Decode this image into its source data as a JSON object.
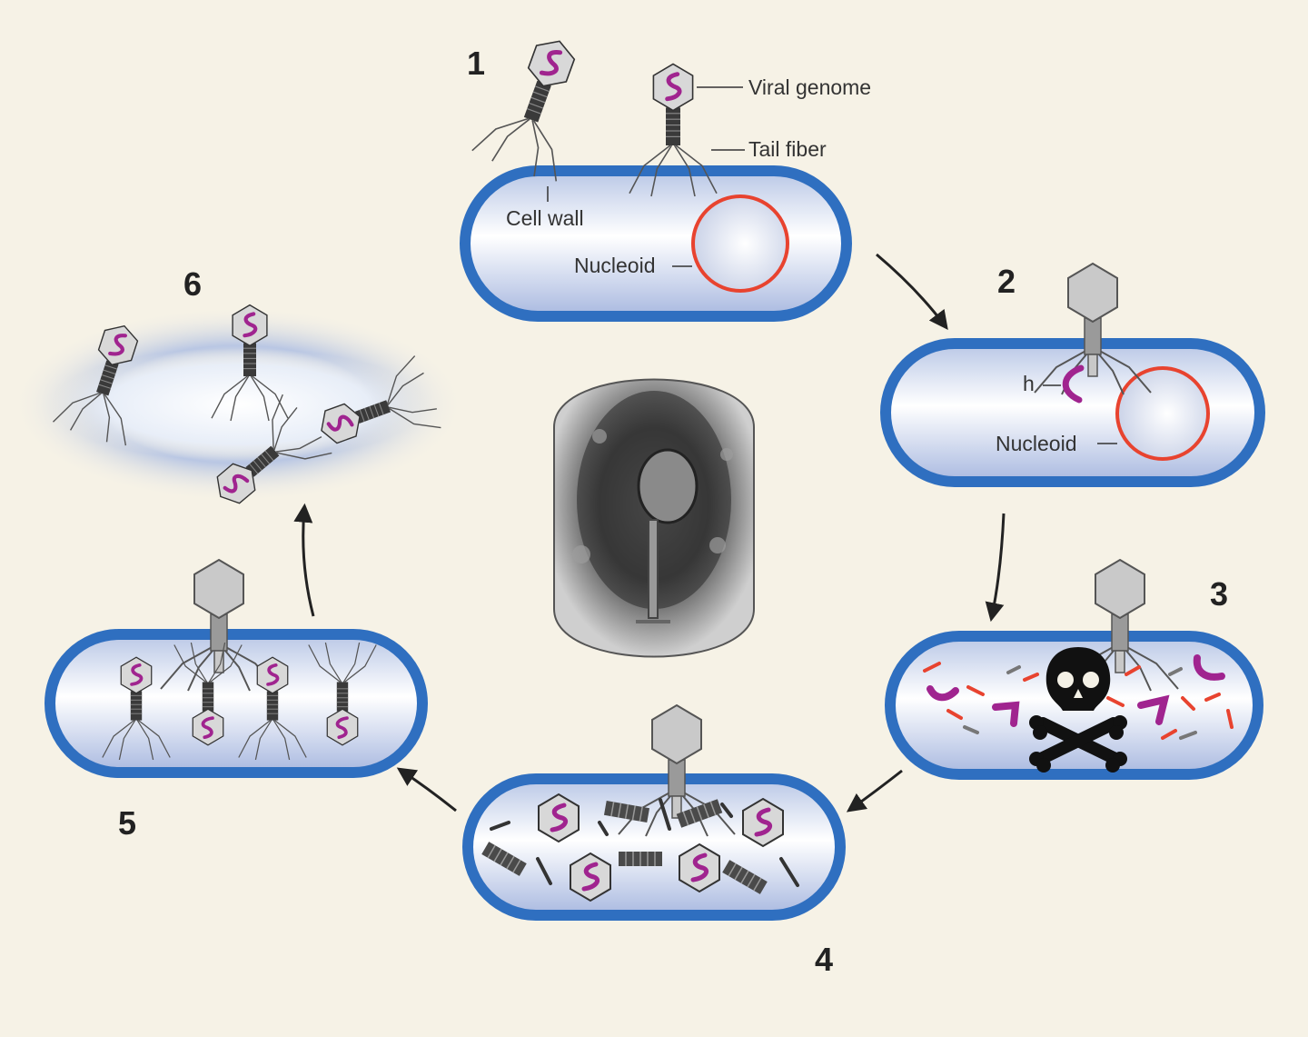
{
  "steps": [
    "1",
    "2",
    "3",
    "4",
    "5",
    "6"
  ],
  "labels": {
    "viral_genome": "Viral genome",
    "tail_fiber": "Tail fiber",
    "cell_wall": "Cell wall",
    "nucleoid": "Nucleoid",
    "h": "h"
  },
  "colors": {
    "background": "#f6f2e6",
    "cell_wall": "#2f6fc0",
    "nucleoid": "#e8432f",
    "viral_genome": "#a0248f",
    "phage": "#9a9a9a"
  },
  "icons": [
    "skull-crossbones-icon",
    "bacteriophage-icon",
    "arrow-icon"
  ]
}
